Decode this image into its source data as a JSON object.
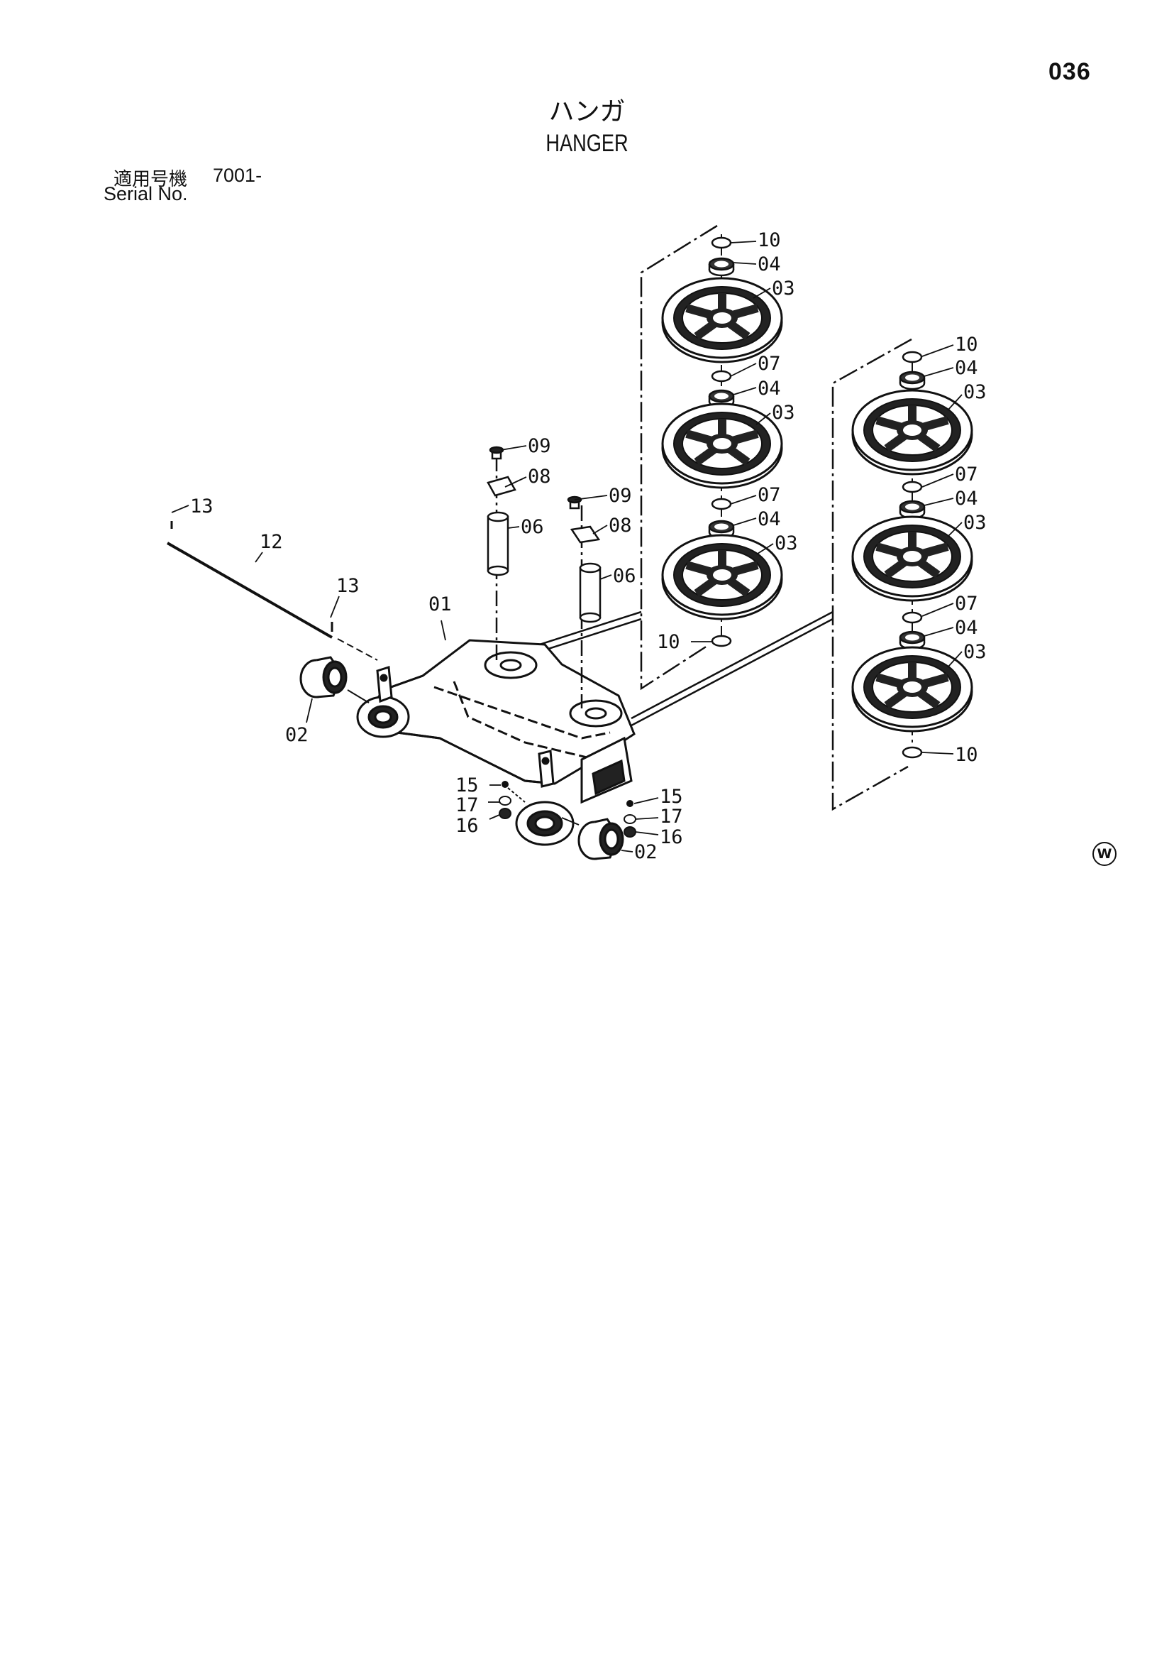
{
  "header": {
    "page_number": "036",
    "title_jp": "ハンガ",
    "title_en": "HANGER"
  },
  "serial": {
    "label_jp": "適用号機",
    "value": "7001-",
    "label_en": "Serial No."
  },
  "mark": "W",
  "diagram": {
    "callouts": {
      "c01": "01",
      "c02a": "02",
      "c02b": "02",
      "c03a": "03",
      "c03b": "03",
      "c03c": "03",
      "c03d": "03",
      "c03e": "03",
      "c03f": "03",
      "c04a": "04",
      "c04b": "04",
      "c04c": "04",
      "c04d": "04",
      "c04e": "04",
      "c04f": "04",
      "c06a": "06",
      "c06b": "06",
      "c07a": "07",
      "c07b": "07",
      "c07c": "07",
      "c07d": "07",
      "c08a": "08",
      "c08b": "08",
      "c09a": "09",
      "c09b": "09",
      "c10a": "10",
      "c10b": "10",
      "c10c": "10",
      "c10d": "10",
      "c12": "12",
      "c13a": "13",
      "c13b": "13",
      "c15a": "15",
      "c15b": "15",
      "c16a": "16",
      "c16b": "16",
      "c17a": "17",
      "c17b": "17"
    }
  }
}
